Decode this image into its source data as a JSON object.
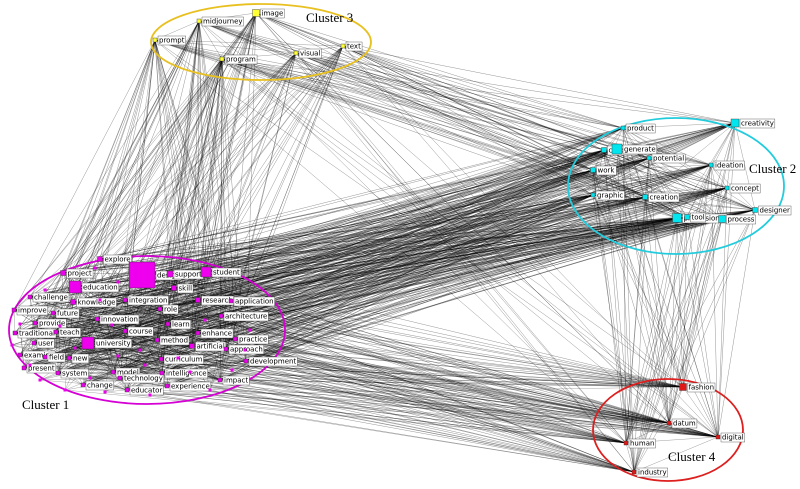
{
  "clusters": [
    {
      "id": "c1",
      "label": "Cluster 1",
      "color": "#d400d4"
    },
    {
      "id": "c2",
      "label": "Cluster 2",
      "color": "#22ccdd"
    },
    {
      "id": "c3",
      "label": "Cluster 3",
      "color": "#e8c020"
    },
    {
      "id": "c4",
      "label": "Cluster 4",
      "color": "#dd1f1f"
    }
  ],
  "node_colors": {
    "c1": "#ee00ee",
    "c2": "#00e5ee",
    "c3": "#ffff33",
    "c4": "#e01818"
  },
  "nodes": [
    {
      "label": "image",
      "cluster": "c3"
    },
    {
      "label": "midjourney",
      "cluster": "c3"
    },
    {
      "label": "prompt",
      "cluster": "c3"
    },
    {
      "label": "program",
      "cluster": "c3"
    },
    {
      "label": "visual",
      "cluster": "c3"
    },
    {
      "label": "text",
      "cluster": "c3"
    },
    {
      "label": "creativity",
      "cluster": "c2"
    },
    {
      "label": "product",
      "cluster": "c2"
    },
    {
      "label": "conduct",
      "cluster": "c2"
    },
    {
      "label": "generate",
      "cluster": "c2"
    },
    {
      "label": "potential",
      "cluster": "c2"
    },
    {
      "label": "ideation",
      "cluster": "c2"
    },
    {
      "label": "work",
      "cluster": "c2"
    },
    {
      "label": "concept",
      "cluster": "c2"
    },
    {
      "label": "graphic",
      "cluster": "c2"
    },
    {
      "label": "creation",
      "cluster": "c2"
    },
    {
      "label": "designer",
      "cluster": "c2"
    },
    {
      "label": "professional",
      "cluster": "c2"
    },
    {
      "label": "tool",
      "cluster": "c2"
    },
    {
      "label": "process",
      "cluster": "c2"
    },
    {
      "label": "explore",
      "cluster": "c1"
    },
    {
      "label": "design",
      "cluster": "c1"
    },
    {
      "label": "support",
      "cluster": "c1"
    },
    {
      "label": "student",
      "cluster": "c1"
    },
    {
      "label": "project",
      "cluster": "c1"
    },
    {
      "label": "education",
      "cluster": "c1"
    },
    {
      "label": "skill",
      "cluster": "c1"
    },
    {
      "label": "challenge",
      "cluster": "c1"
    },
    {
      "label": "knowledge",
      "cluster": "c1"
    },
    {
      "label": "integration",
      "cluster": "c1"
    },
    {
      "label": "research",
      "cluster": "c1"
    },
    {
      "label": "application",
      "cluster": "c1"
    },
    {
      "label": "improve",
      "cluster": "c1"
    },
    {
      "label": "future",
      "cluster": "c1"
    },
    {
      "label": "role",
      "cluster": "c1"
    },
    {
      "label": "architecture",
      "cluster": "c1"
    },
    {
      "label": "provide",
      "cluster": "c1"
    },
    {
      "label": "innovation",
      "cluster": "c1"
    },
    {
      "label": "learn",
      "cluster": "c1"
    },
    {
      "label": "traditional",
      "cluster": "c1"
    },
    {
      "label": "teach",
      "cluster": "c1"
    },
    {
      "label": "course",
      "cluster": "c1"
    },
    {
      "label": "enhance",
      "cluster": "c1"
    },
    {
      "label": "user",
      "cluster": "c1"
    },
    {
      "label": "method",
      "cluster": "c1"
    },
    {
      "label": "practice",
      "cluster": "c1"
    },
    {
      "label": "university",
      "cluster": "c1"
    },
    {
      "label": "artificial",
      "cluster": "c1"
    },
    {
      "label": "examine",
      "cluster": "c1"
    },
    {
      "label": "field",
      "cluster": "c1"
    },
    {
      "label": "new",
      "cluster": "c1"
    },
    {
      "label": "approach",
      "cluster": "c1"
    },
    {
      "label": "curriculum",
      "cluster": "c1"
    },
    {
      "label": "development",
      "cluster": "c1"
    },
    {
      "label": "present",
      "cluster": "c1"
    },
    {
      "label": "system",
      "cluster": "c1"
    },
    {
      "label": "model",
      "cluster": "c1"
    },
    {
      "label": "technology",
      "cluster": "c1"
    },
    {
      "label": "intelligence",
      "cluster": "c1"
    },
    {
      "label": "change",
      "cluster": "c1"
    },
    {
      "label": "impact",
      "cluster": "c1"
    },
    {
      "label": "experience",
      "cluster": "c1"
    },
    {
      "label": "educator",
      "cluster": "c1"
    },
    {
      "label": "fashion",
      "cluster": "c4"
    },
    {
      "label": "datum",
      "cluster": "c4"
    },
    {
      "label": "human",
      "cluster": "c4"
    },
    {
      "label": "digital",
      "cluster": "c4"
    },
    {
      "label": "industry",
      "cluster": "c4"
    }
  ]
}
